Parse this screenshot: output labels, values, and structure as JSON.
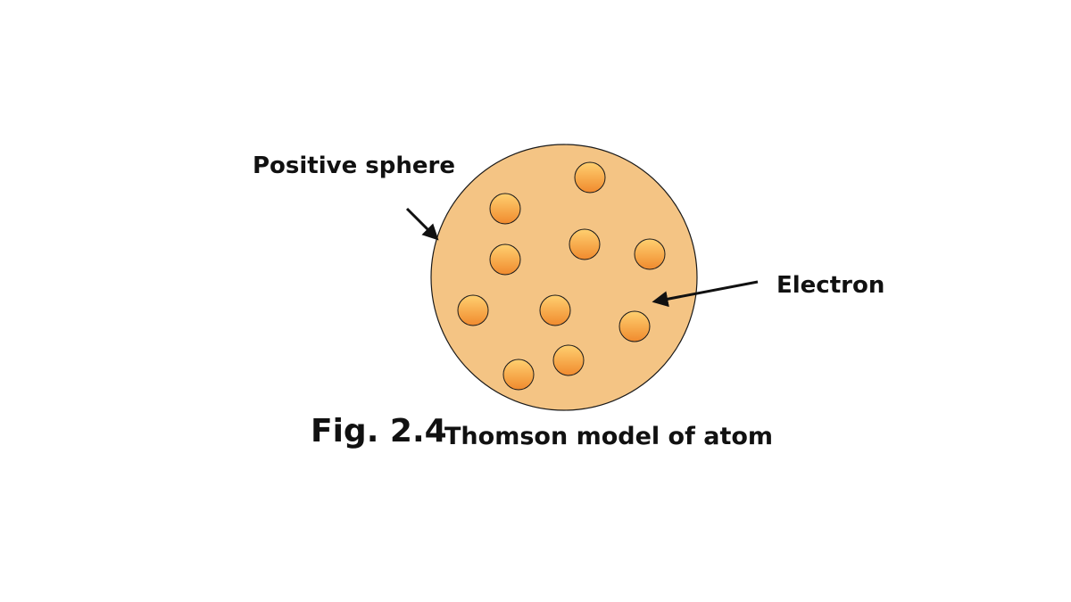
{
  "labels": {
    "positive_sphere": "Positive sphere",
    "electron": "Electron"
  },
  "caption": {
    "number": "Fig. 2.4",
    "title": "Thomson model of atom"
  },
  "colors": {
    "sphere_fill": "#f4c484",
    "sphere_stroke": "#1a1a1a",
    "electron_light": "#ffd070",
    "electron_dark": "#f08a2e",
    "arrow": "#111111"
  },
  "icons": {
    "electron": "electron-icon",
    "pointer": "arrow-icon"
  }
}
